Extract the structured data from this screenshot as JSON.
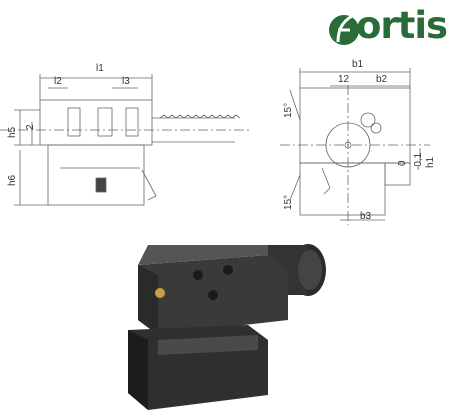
{
  "brand": {
    "name": "fortis",
    "leaf_letter": "f",
    "rest": "ortis",
    "color": "#2a6b3a"
  },
  "dimensions": {
    "l1": "l1",
    "l2": "l2",
    "l3": "l3",
    "h5": "h5",
    "two": "2",
    "h6": "h6",
    "b1": "b1",
    "b2": "b2",
    "b3": "b3",
    "twelve": "12",
    "h1": "h1",
    "zero_one": "-0,1",
    "zero": "0",
    "fifteen_a": "15°",
    "fifteen_b": "15°"
  }
}
